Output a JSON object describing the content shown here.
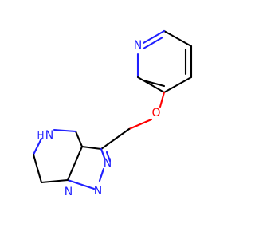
{
  "molecule": {
    "atoms": [
      {
        "id": "N_py",
        "label": "N",
        "element": "N"
      },
      {
        "id": "O",
        "label": "O",
        "element": "O"
      },
      {
        "id": "N_h",
        "label": "N",
        "element": "N"
      },
      {
        "id": "H_nh",
        "label": "H",
        "element": "N"
      },
      {
        "id": "N2",
        "label": "N",
        "element": "N"
      },
      {
        "id": "N1",
        "label": "N",
        "element": "N"
      },
      {
        "id": "N3",
        "label": "N",
        "element": "N"
      }
    ],
    "colors": {
      "carbon": "#000000",
      "nitrogen": "#2020ff",
      "oxygen": "#ff0000"
    }
  }
}
